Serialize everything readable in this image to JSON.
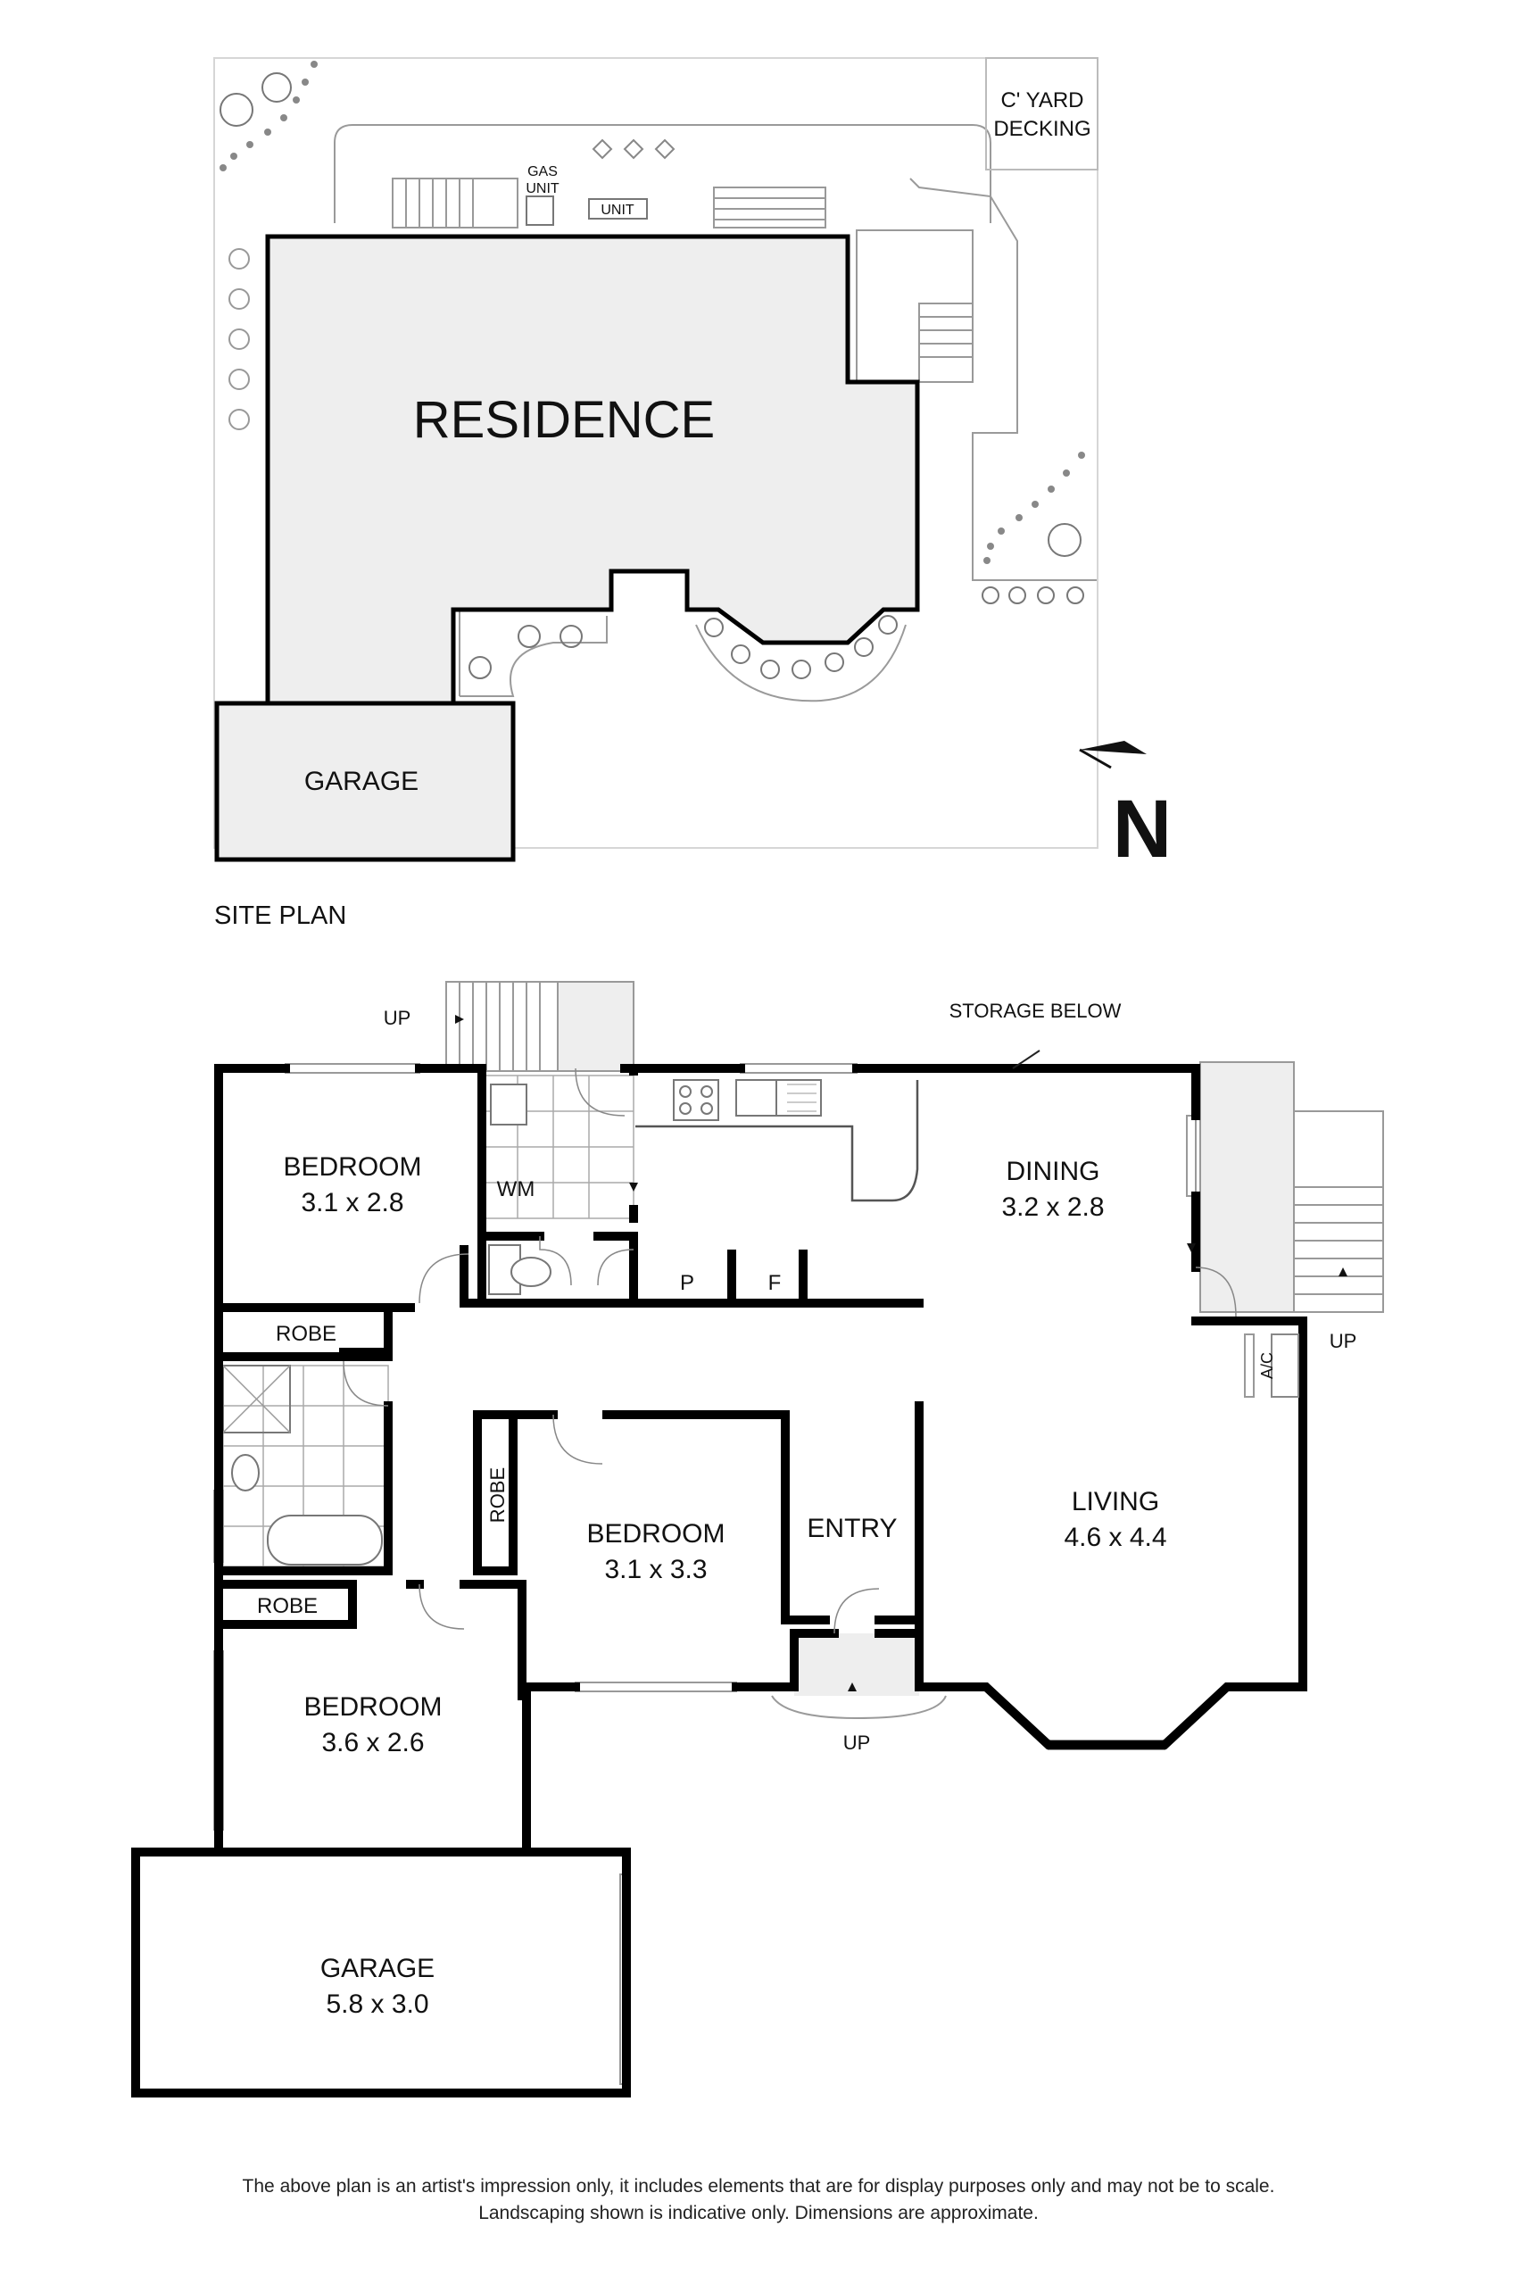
{
  "site_plan": {
    "title": "SITE PLAN",
    "residence": "RESIDENCE",
    "garage": "GARAGE",
    "cyard": [
      "C' YARD",
      "DECKING"
    ],
    "gas_unit": [
      "GAS",
      "UNIT"
    ],
    "unit": "UNIT",
    "north": "N",
    "north_icon": "north-arrow-icon"
  },
  "floor_plan": {
    "up": "UP",
    "storage_below": "STORAGE BELOW",
    "rooms": {
      "bedroom1": {
        "name": "BEDROOM",
        "dims": "3.1 x 2.8"
      },
      "bedroom2": {
        "name": "BEDROOM",
        "dims": "3.1 x 3.3"
      },
      "bedroom3": {
        "name": "BEDROOM",
        "dims": "3.6 x 2.6"
      },
      "dining": {
        "name": "DINING",
        "dims": "3.2 x 2.8"
      },
      "living": {
        "name": "LIVING",
        "dims": "4.6 x 4.4"
      },
      "garage": {
        "name": "GARAGE",
        "dims": "5.8 x 3.0"
      },
      "entry": {
        "name": "ENTRY"
      }
    },
    "wm": "WM",
    "robe": "ROBE",
    "pantry": "P",
    "fridge": "F",
    "ac": "A/C"
  },
  "disclaimer": [
    "The above plan is an artist's impression only, it includes elements that are for display purposes only and may not be to scale.",
    "Landscaping shown is indicative only. Dimensions are approximate."
  ],
  "colors": {
    "wall": "#000000",
    "fill": "#f0f0f0",
    "thin": "#9a9a9a"
  }
}
